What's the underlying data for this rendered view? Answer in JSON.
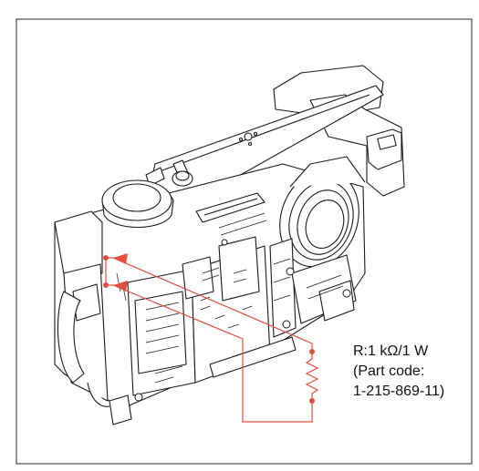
{
  "annotation": {
    "resistance": "R:1 kΩ/1 W",
    "part_code_label": "(Part code:",
    "part_code": "1-215-869-11)"
  },
  "colors": {
    "wire": "#e0503c",
    "line": "#1a1a1a",
    "fill": "#ffffff",
    "border": "#222222"
  }
}
